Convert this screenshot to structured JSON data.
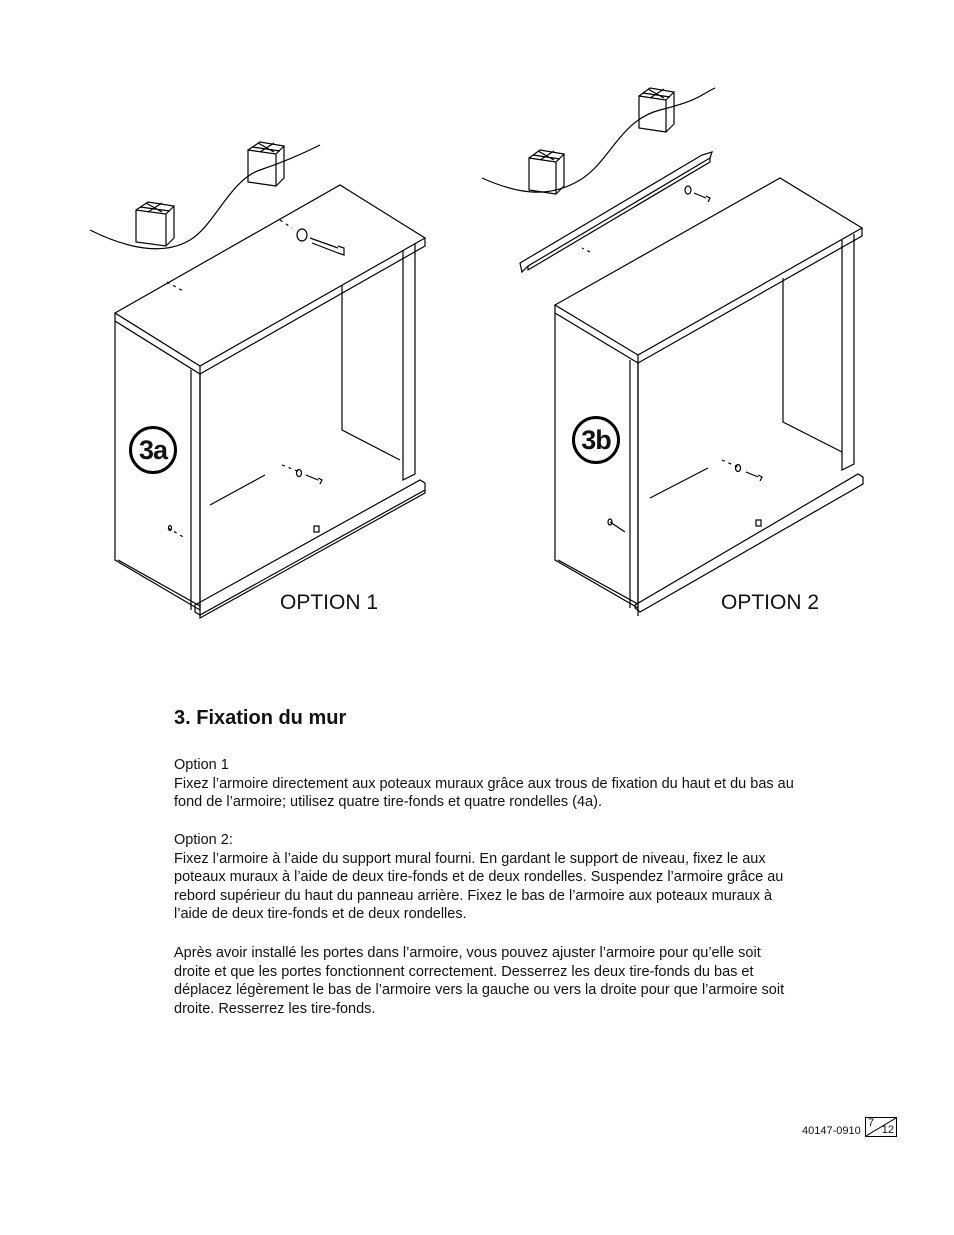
{
  "figures": [
    {
      "badge": "3a",
      "label": "OPTION 1"
    },
    {
      "badge": "3b",
      "label": "OPTION 2"
    }
  ],
  "section": {
    "title": "3.  Fixation du mur",
    "paragraphs": [
      [
        "Option 1",
        "Fixez l’armoire directement aux poteaux muraux grâce aux trous de fixation du haut et du bas au fond de l’armoire; utilisez quatre tire-fonds et quatre rondelles (4a)."
      ],
      [
        "Option 2:",
        "Fixez l’armoire à l’aide du support mural fourni. En gardant le support de niveau, fixez le aux poteaux muraux à l’aide de deux tire-fonds et de deux rondelles. Suspendez l’armoire grâce au rebord supérieur du haut du panneau arrière. Fixez le bas de l’armoire aux  poteaux muraux à l’aide de deux tire-fonds et de deux rondelles."
      ],
      [
        "Après avoir installé les portes dans l’armoire, vous pouvez ajuster l’armoire pour qu’elle soit droite et que les portes fonctionnent correctement. Desserrez les deux tire-fonds du bas et déplacez légèrement le bas de l’armoire vers la gauche ou vers la droite pour que l’armoire soit droite. Resserrez les tire-fonds."
      ]
    ]
  },
  "footer": {
    "doc_code": "40147-0910",
    "page": "7",
    "total": "12"
  }
}
